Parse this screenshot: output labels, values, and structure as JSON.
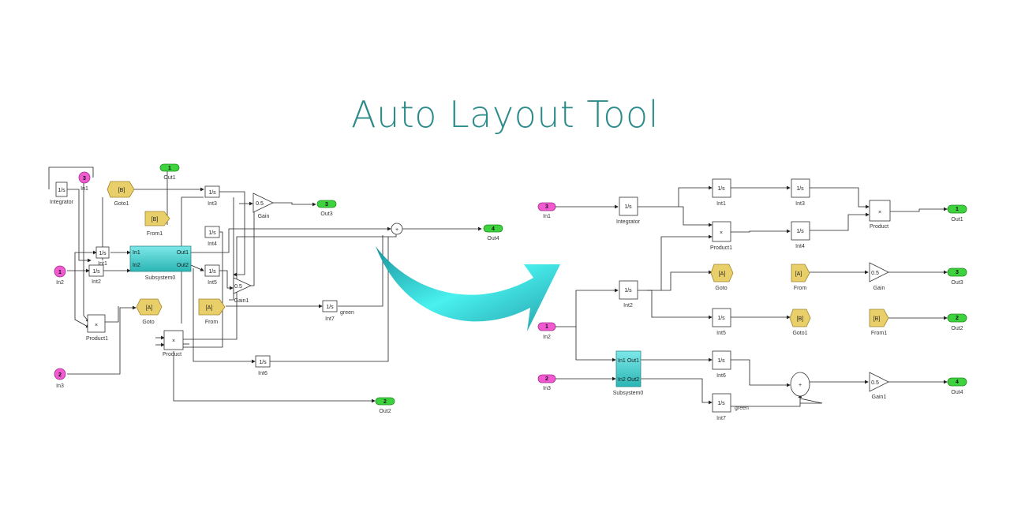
{
  "title": "Auto Layout Tool",
  "colors": {
    "title": "#2e8b8b",
    "inport": "#f25ad2",
    "outport": "#3fd23f",
    "tag": "#e8cf6a",
    "subsystem": "#4fd6d6",
    "arrow": "#2fb8c0",
    "line": "#222222"
  },
  "before": {
    "in1": {
      "num": "3",
      "label": "In1"
    },
    "in2": {
      "num": "1",
      "label": "In2"
    },
    "in3": {
      "num": "2",
      "label": "In3"
    },
    "out1": {
      "num": "1",
      "label": "Out1"
    },
    "out2": {
      "num": "2",
      "label": "Out2"
    },
    "out3": {
      "num": "3",
      "label": "Out3"
    },
    "out4": {
      "num": "4",
      "label": "Out4"
    },
    "integrator": {
      "glyph": "1/s",
      "label": "Integrator"
    },
    "int1": {
      "glyph": "1/s",
      "label": "Int1"
    },
    "int2": {
      "glyph": "1/s",
      "label": "Int2"
    },
    "int3": {
      "glyph": "1/s",
      "label": "Int3"
    },
    "int4": {
      "glyph": "1/s",
      "label": "Int4"
    },
    "int5": {
      "glyph": "1/s",
      "label": "Int5"
    },
    "int6": {
      "glyph": "1/s",
      "label": "Int6"
    },
    "int7": {
      "glyph": "1/s",
      "label": "Int7"
    },
    "goto1": {
      "tag": "[B]",
      "label": "Goto1"
    },
    "from1": {
      "tag": "[B]",
      "label": "From1"
    },
    "goto": {
      "tag": "[A]",
      "label": "Goto"
    },
    "from": {
      "tag": "[A]",
      "label": "From"
    },
    "gain": {
      "value": "0.5",
      "label": "Gain"
    },
    "gain1": {
      "value": "0.5",
      "label": "Gain1"
    },
    "subsystem": {
      "label": "Subsystem0",
      "in1": "In1",
      "in2": "In2",
      "out1": "Out1",
      "out2": "Out2"
    },
    "product": {
      "glyph": "×",
      "label": "Product"
    },
    "product1": {
      "glyph": "×",
      "label": "Product1"
    },
    "sum": {
      "glyph": "+"
    },
    "signal": "green"
  },
  "after": {
    "in1": {
      "num": "3",
      "label": "In1"
    },
    "in2": {
      "num": "1",
      "label": "In2"
    },
    "in3": {
      "num": "2",
      "label": "In3"
    },
    "out1": {
      "num": "1",
      "label": "Out1"
    },
    "out2": {
      "num": "2",
      "label": "Out2"
    },
    "out3": {
      "num": "3",
      "label": "Out3"
    },
    "out4": {
      "num": "4",
      "label": "Out4"
    },
    "integrator": {
      "glyph": "1/s",
      "label": "Integrator"
    },
    "int1": {
      "glyph": "1/s",
      "label": "Int1"
    },
    "int2": {
      "glyph": "1/s",
      "label": "Int2"
    },
    "int3": {
      "glyph": "1/s",
      "label": "Int3"
    },
    "int4": {
      "glyph": "1/s",
      "label": "Int4"
    },
    "int5": {
      "glyph": "1/s",
      "label": "Int5"
    },
    "int6": {
      "glyph": "1/s",
      "label": "Int6"
    },
    "int7": {
      "glyph": "1/s",
      "label": "Int7"
    },
    "goto1": {
      "tag": "[B]",
      "label": "Goto1"
    },
    "from1": {
      "tag": "[B]",
      "label": "From1"
    },
    "goto": {
      "tag": "[A]",
      "label": "Goto"
    },
    "from": {
      "tag": "[A]",
      "label": "From"
    },
    "gain": {
      "value": "0.5",
      "label": "Gain"
    },
    "gain1": {
      "value": "0.5",
      "label": "Gain1"
    },
    "subsystem": {
      "label": "Subsystem0",
      "in1": "In1",
      "in2": "In2",
      "out1": "Out1",
      "out2": "Out2"
    },
    "product": {
      "glyph": "×",
      "label": "Product"
    },
    "product1": {
      "glyph": "×",
      "label": "Product1"
    },
    "sum": {
      "glyph": "+"
    },
    "signal": "green"
  }
}
